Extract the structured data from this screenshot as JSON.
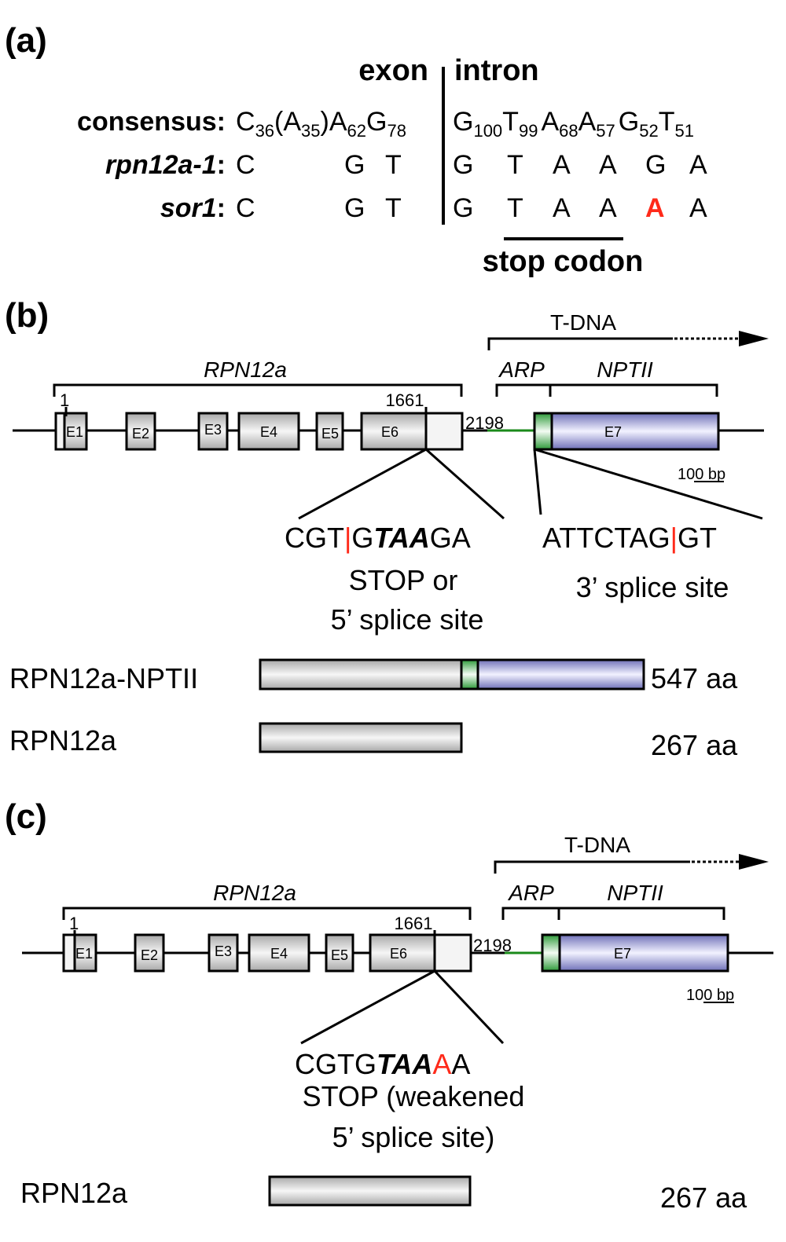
{
  "colors": {
    "stroke": "#000000",
    "mutation_red": "#ff2a1a",
    "exon_gray_dark": "#a8a8a8",
    "exon_gray_light": "#f4f4f4",
    "nptii_blue_dark": "#6f70b8",
    "nptii_blue_light": "#f0f0ff",
    "arp_green_dark": "#2e9a3a",
    "arp_green_light": "#f2fbf2",
    "arp_line_green": "#1a8a1a"
  },
  "panel_a": {
    "label": "(a)",
    "header_exon": "exon",
    "header_intron": "intron",
    "rows": [
      {
        "label": "consensus:",
        "italic": false,
        "exon": [
          {
            "base": "C",
            "sub": "36"
          },
          {
            "base": "(A",
            "sub": "35"
          },
          {
            "base": ")A",
            "sub": "62"
          },
          {
            "base": "G",
            "sub": "78"
          }
        ],
        "intron": [
          {
            "base": "G",
            "sub": "100"
          },
          {
            "base": "T",
            "sub": "99"
          },
          {
            "base": "A",
            "sub": "68"
          },
          {
            "base": "A",
            "sub": "57"
          },
          {
            "base": "G",
            "sub": "52"
          },
          {
            "base": "T",
            "sub": "51"
          }
        ]
      },
      {
        "label": "rpn12a-1",
        "italic": true,
        "exon": [
          "C",
          "G",
          "T"
        ],
        "intron": [
          "G",
          "T",
          "A",
          "A",
          "G",
          "A"
        ]
      },
      {
        "label": "sor1",
        "italic": true,
        "exon": [
          "C",
          "G",
          "T"
        ],
        "intron": [
          "G",
          "T",
          "A",
          "A",
          "A",
          "A"
        ],
        "mutated_intron_index": 4
      }
    ],
    "colon": ":",
    "stop_codon_label": "stop codon"
  },
  "panel_b": {
    "label": "(b)",
    "tdna_label": "T-DNA",
    "gene_label": "RPN12a",
    "arp_label": "ARP",
    "nptii_label": "NPTII",
    "pos_start": "1",
    "pos_stop": "1661",
    "pos_end": "2198",
    "exons": [
      "E1",
      "E2",
      "E3",
      "E4",
      "E5",
      "E6",
      "E7"
    ],
    "scale_bar": "100 bp",
    "motif_left": {
      "before": "CGT",
      "after_pre": "G",
      "bold": "TAA",
      "after_post": "GA"
    },
    "motif_right": {
      "before": "ATTCTAG",
      "after": "GT"
    },
    "note_left_line1": "STOP or",
    "note_left_line2": "5’ splice site",
    "note_right": "3’ splice site",
    "proteins": [
      {
        "name": "RPN12a-NPTII",
        "length": "547 aa"
      },
      {
        "name": "RPN12a",
        "length": "267 aa"
      }
    ]
  },
  "panel_c": {
    "label": "(c)",
    "tdna_label": "T-DNA",
    "gene_label": "RPN12a",
    "arp_label": "ARP",
    "nptii_label": "NPTII",
    "pos_start": "1",
    "pos_stop": "1661",
    "pos_end": "2198",
    "exons": [
      "E1",
      "E2",
      "E3",
      "E4",
      "E5",
      "E6",
      "E7"
    ],
    "scale_bar": "100 bp",
    "motif": {
      "pre": "CGTG",
      "bold": "TAA",
      "red": "A",
      "post": "A"
    },
    "note_line1": "STOP (weakened",
    "note_line2": "5’ splice site)",
    "proteins": [
      {
        "name": "RPN12a",
        "length": "267 aa"
      }
    ]
  }
}
